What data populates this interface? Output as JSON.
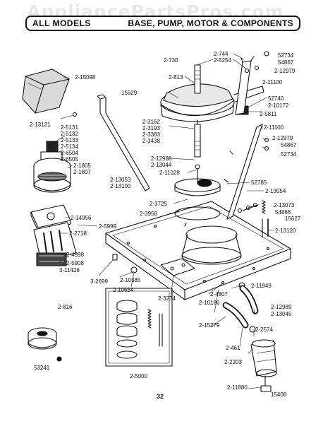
{
  "watermark": "AppliancePartsPros.com",
  "header": {
    "left": "ALL MODELS",
    "right": "BASE, PUMP, MOTOR & COMPONENTS"
  },
  "page_number": "32",
  "labels": {
    "l2744": "2-744",
    "l2730": "2-730",
    "l5254": "2-5254",
    "l52734a": "52734",
    "l54867a": "54867",
    "l12979a": "2-12979",
    "l11100a": "2-11100",
    "l813": "2-813",
    "l15098": "2-15098",
    "l15629": "15629",
    "l52740": "52740",
    "l10172": "2-10172",
    "l5811": "2-5811",
    "l13121": "2-13121",
    "l3162": "2-3162",
    "l3193": "2-3193",
    "l3383": "2-3383",
    "l3438": "2-3438",
    "l11100b": "2-11100",
    "l12979b": "2-12979",
    "l54867b": "54867",
    "l52734b": "52734",
    "l5131": "2-5131",
    "l5132": "2-5132",
    "l5133": "2-5133",
    "l5134": "2-5134",
    "l6504": "2-6504",
    "l6505": "2-6505",
    "l12988": "2-12988",
    "l13044": "2-13044",
    "l1805": "2-1805",
    "l1807": "2-1807",
    "l11028": "2-11028",
    "l13053": "2-13053",
    "l13100": "2-13100",
    "l52785": "52785",
    "l13054": "2-13054",
    "l3725": "2-3725",
    "l13073": "2-13073",
    "l54866": "54866",
    "l15627": "15627",
    "l14956": "2-14956",
    "l3956": "2-3956",
    "l5999": "2-5999",
    "l13120": "2-13120",
    "l2718": "2-2718",
    "l4998": "2-4998",
    "l5908": "2-5908",
    "l11426": "3-11426",
    "l2699": "3-2699",
    "l10385": "2-10385",
    "l10684": "2-10684",
    "l3274": "2-3274",
    "l11949": "2-11949",
    "l4807": "2-4807",
    "l10186": "2-10186",
    "l12989": "2-12989",
    "l13045": "2-13045",
    "l816": "2-816",
    "l2574": "2-2574",
    "l15279": "2-15279",
    "l461": "2-461",
    "l2203": "2-2203",
    "l53241": "53241",
    "l5000": "2-5000",
    "l11880": "2-11880",
    "l15408": "15408"
  }
}
